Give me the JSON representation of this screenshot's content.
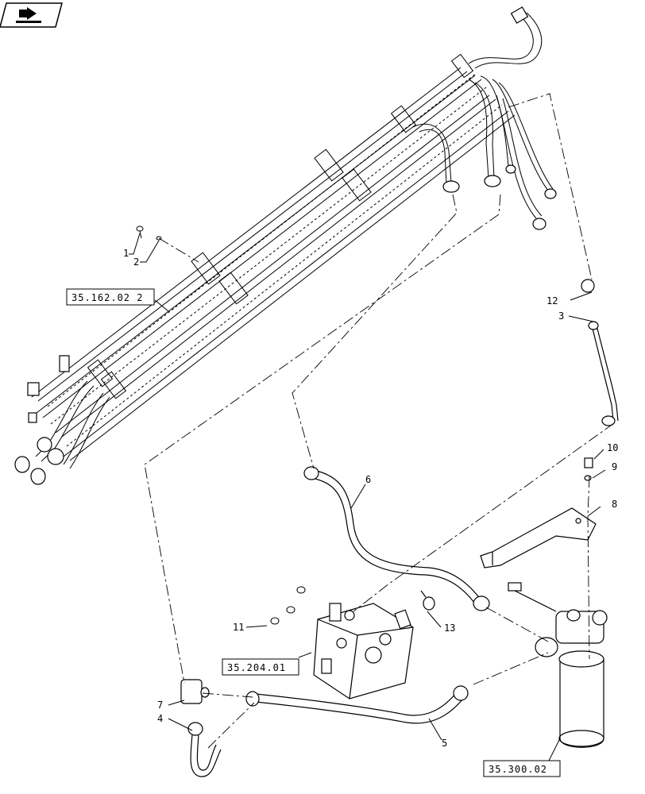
{
  "nav": {
    "icon": "back-arrow-icon"
  },
  "callouts": [
    {
      "id": "1",
      "text": "1"
    },
    {
      "id": "2",
      "text": "2"
    },
    {
      "id": "3",
      "text": "3"
    },
    {
      "id": "4",
      "text": "4"
    },
    {
      "id": "5",
      "text": "5"
    },
    {
      "id": "6",
      "text": "6"
    },
    {
      "id": "7",
      "text": "7"
    },
    {
      "id": "8",
      "text": "8"
    },
    {
      "id": "9",
      "text": "9"
    },
    {
      "id": "10",
      "text": "10"
    },
    {
      "id": "11",
      "text": "11"
    },
    {
      "id": "12",
      "text": "12"
    },
    {
      "id": "13",
      "text": "13"
    }
  ],
  "references": [
    {
      "id": "ref_35_162",
      "text": "35.162.02 2"
    },
    {
      "id": "ref_35_204",
      "text": "35.204.01"
    },
    {
      "id": "ref_35_300",
      "text": "35.300.02"
    }
  ],
  "colors": {
    "line": "#000000",
    "background": "#ffffff"
  }
}
